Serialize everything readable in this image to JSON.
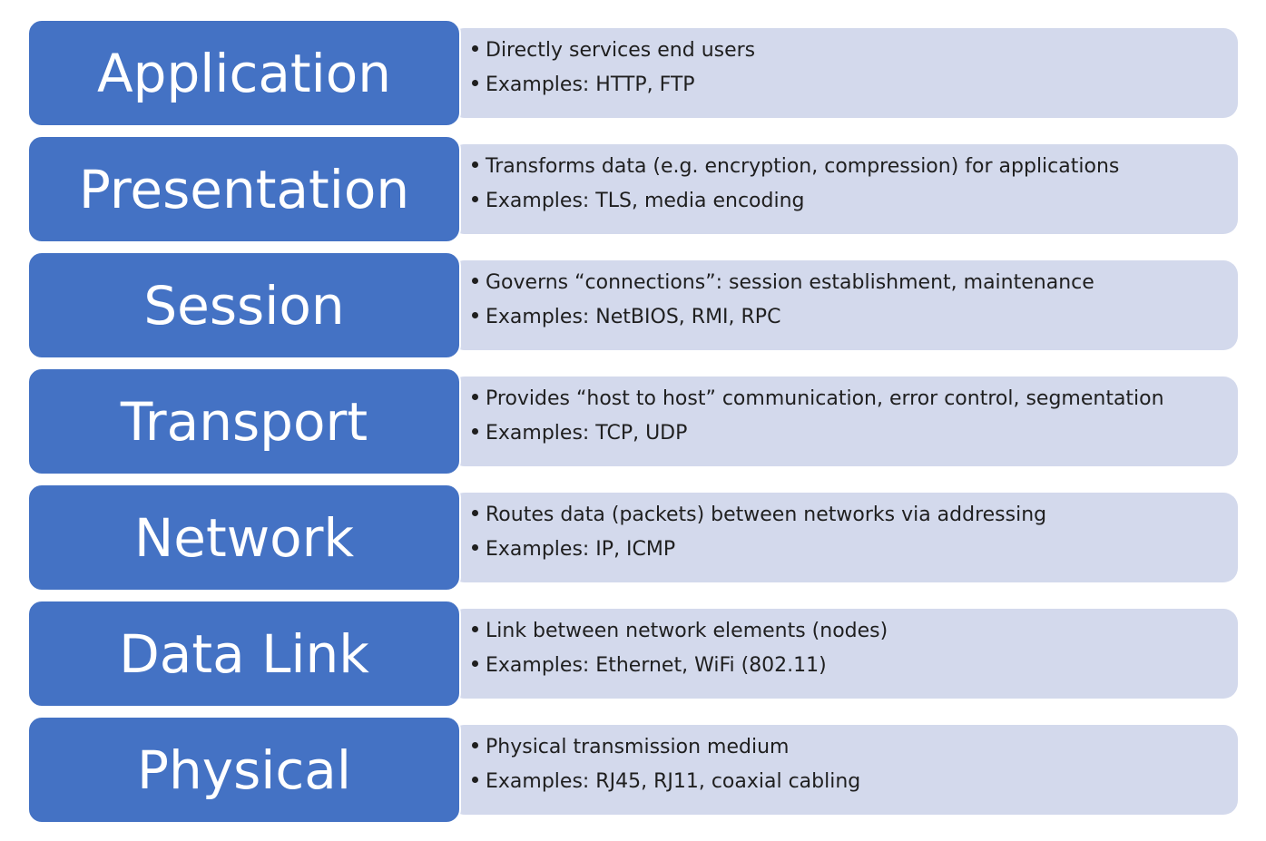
{
  "layers": [
    {
      "name": "Application",
      "bullets": [
        "Directly services end users",
        "Examples: HTTP, FTP"
      ]
    },
    {
      "name": "Presentation",
      "bullets": [
        "Transforms data (e.g. encryption, compression) for applications",
        "Examples: TLS, media encoding"
      ]
    },
    {
      "name": "Session",
      "bullets": [
        "Governs “connections”: session establishment, maintenance",
        "Examples: NetBIOS, RMI, RPC"
      ]
    },
    {
      "name": "Transport",
      "bullets": [
        "Provides “host to host” communication, error control, segmentation",
        "Examples: TCP, UDP"
      ]
    },
    {
      "name": "Network",
      "bullets": [
        "Routes data (packets) between networks via addressing",
        "Examples: IP, ICMP"
      ]
    },
    {
      "name": "Data Link",
      "bullets": [
        "Link between network elements (nodes)",
        "Examples: Ethernet, WiFi (802.11)"
      ]
    },
    {
      "name": "Physical",
      "bullets": [
        "Physical transmission medium",
        "Examples: RJ45, RJ11, coaxial cabling"
      ]
    }
  ],
  "colors": {
    "layer_box": "#4472c4",
    "description_panel": "#d3d9ec",
    "layer_text": "#ffffff",
    "bullet_text": "#1f1f1f"
  }
}
